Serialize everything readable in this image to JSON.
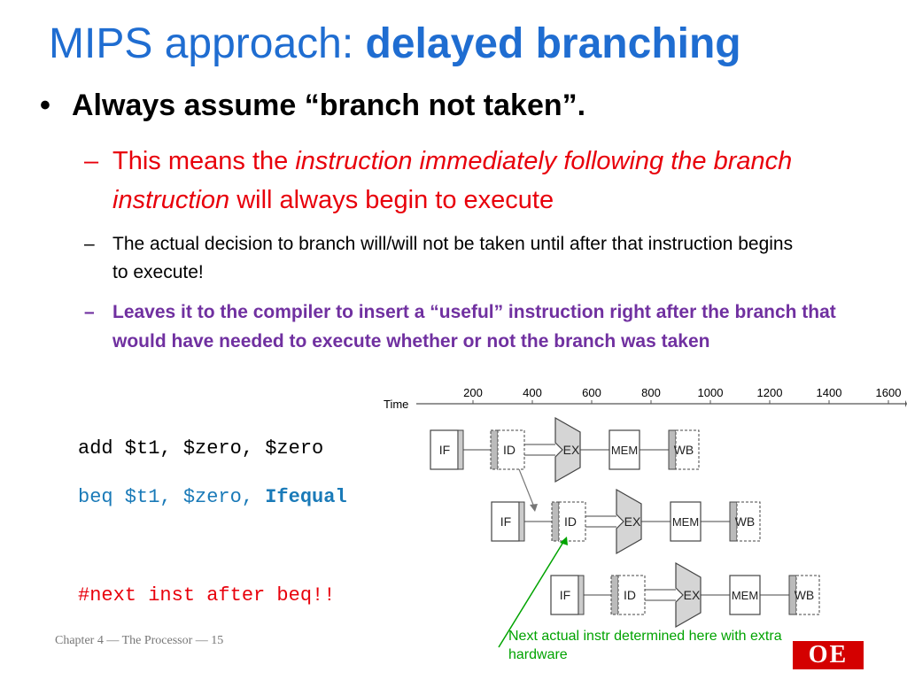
{
  "slide": {
    "title_prefix": "MIPS approach: ",
    "title_bold": "delayed branching",
    "bullet": "Always assume “branch not taken”.",
    "sub1": {
      "dash": "–",
      "a": "This means the ",
      "b": "instruction immediately following the branch instruction",
      "c": " will always begin to execute"
    },
    "sub2": {
      "dash": "–",
      "text": "The actual decision to branch will/will not be taken until after that instruction begins to execute!"
    },
    "sub3": {
      "dash": "–",
      "text": "Leaves it to the compiler to insert a “useful” instruction right after the branch that would have needed to execute whether or not the branch was taken"
    }
  },
  "code": {
    "line1": "add $t1, $zero, $zero",
    "line2_a": "beq $t1, $zero, ",
    "line2_b": "Ifequal",
    "line3": "#next inst after beq!!"
  },
  "timeline": {
    "label": "Time",
    "ticks": [
      "200",
      "400",
      "600",
      "800",
      "1000",
      "1200",
      "1400",
      "1600"
    ]
  },
  "pipeline": {
    "stages": [
      "IF",
      "ID",
      "EX",
      "MEM",
      "WB"
    ]
  },
  "note": "Next actual instr determined here with extra hardware",
  "footer": "Chapter 4 — The Processor — 15",
  "logo": "OE",
  "colors": {
    "title": "#1f6dd1",
    "red": "#e8000b",
    "purple": "#7030a0",
    "code_blue": "#1a7ab8",
    "note_green": "#00a300"
  }
}
